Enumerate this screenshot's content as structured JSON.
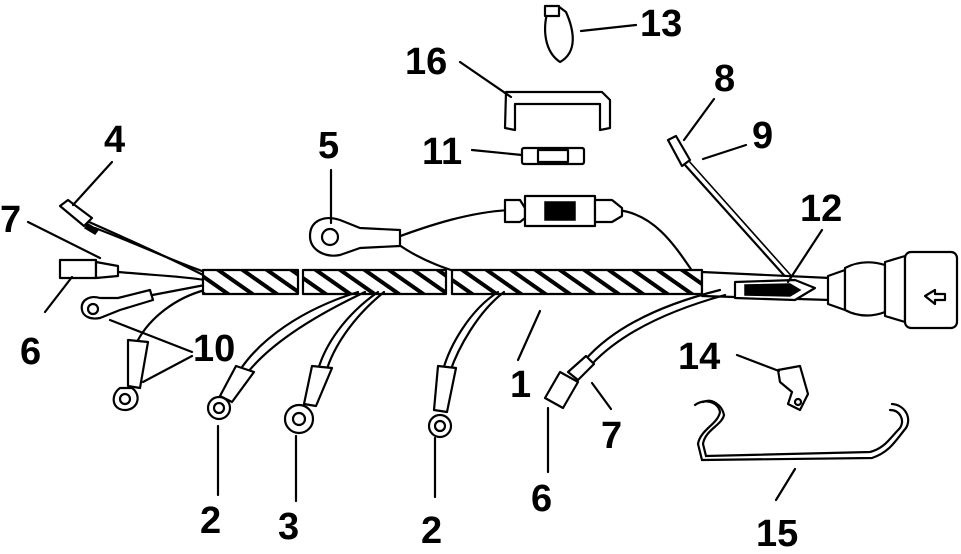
{
  "diagram": {
    "callouts": {
      "c1": "1",
      "c2a": "2",
      "c2b": "2",
      "c3": "3",
      "c4": "4",
      "c5": "5",
      "c6a": "6",
      "c6b": "6",
      "c7a": "7",
      "c7b": "7",
      "c8": "8",
      "c9": "9",
      "c10": "10",
      "c11": "11",
      "c12": "12",
      "c13": "13",
      "c14": "14",
      "c15": "15",
      "c16": "16"
    }
  }
}
